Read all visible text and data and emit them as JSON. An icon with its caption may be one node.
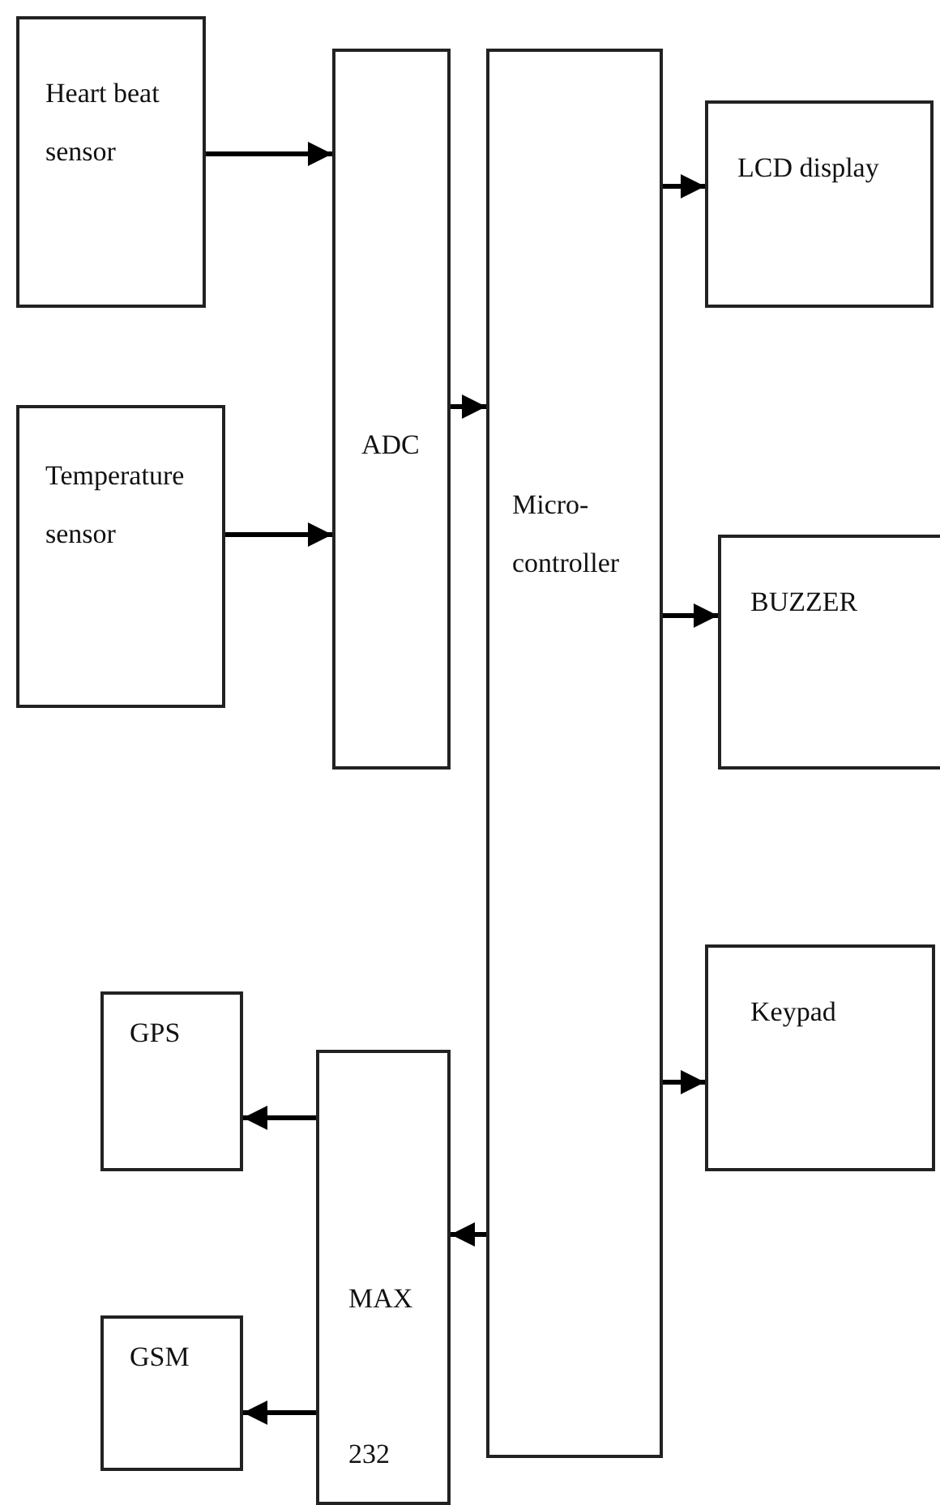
{
  "diagram": {
    "nodes": [
      {
        "text": [
          "Heart beat sensor"
        ]
      },
      {
        "text": [
          "ADC"
        ]
      },
      {
        "text": [
          "Micro-controller"
        ]
      },
      {
        "text": [
          "LCD display"
        ]
      },
      {
        "text": [
          "Temperature sensor"
        ]
      },
      {
        "text": [
          "BUZZER"
        ]
      },
      {
        "text": [
          "Keypad"
        ]
      },
      {
        "text": [
          "GPS"
        ]
      },
      {
        "text": [
          "MAX 232"
        ]
      },
      {
        "text": [
          "GSM"
        ]
      }
    ],
    "edges": [
      {
        "from": 0,
        "to": 1,
        "arrow": "to"
      },
      {
        "from": 4,
        "to": 1,
        "arrow": "to"
      },
      {
        "from": 1,
        "to": 2,
        "arrow": "to"
      },
      {
        "from": 2,
        "to": 3,
        "arrow": "to"
      },
      {
        "from": 2,
        "to": 5,
        "arrow": "to"
      },
      {
        "from": 2,
        "to": 6,
        "arrow": "to"
      },
      {
        "from": 2,
        "to": 8,
        "arrow": "to"
      },
      {
        "from": 8,
        "to": 7,
        "arrow": "to"
      },
      {
        "from": 8,
        "to": 9,
        "arrow": "to"
      }
    ]
  }
}
